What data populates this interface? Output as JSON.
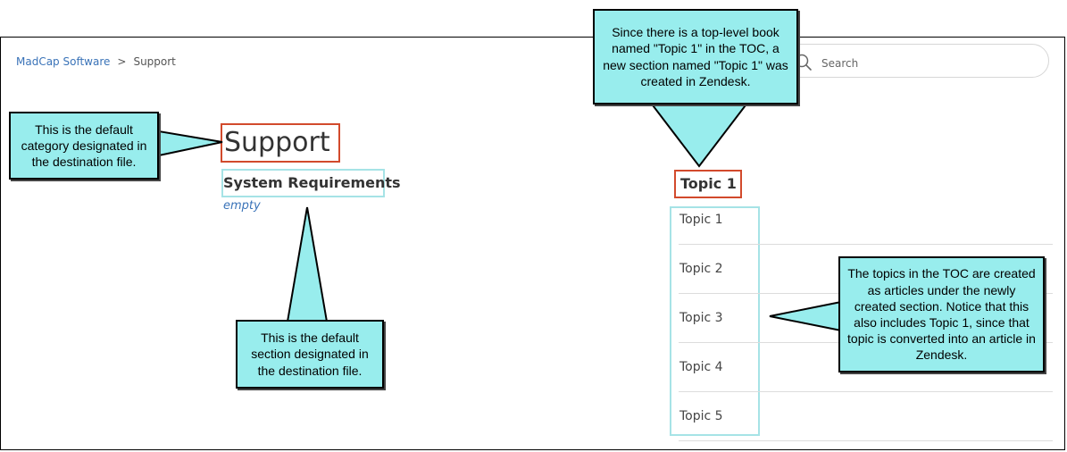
{
  "breadcrumb": {
    "home": "MadCap Software",
    "separator": ">",
    "current": "Support"
  },
  "search": {
    "placeholder": "Search"
  },
  "category": {
    "title": "Support"
  },
  "section": {
    "title": "System Requirements",
    "empty_label": "empty"
  },
  "topic_section": {
    "title": "Topic 1"
  },
  "articles": [
    "Topic 1",
    "Topic 2",
    "Topic 3",
    "Topic 4",
    "Topic 5"
  ],
  "callouts": {
    "top": "Since there is a top-level book named \"Topic 1\" in the TOC, a new section named \"Topic 1\" was created in Zendesk.",
    "category": "This is the default category designated in the destination file.",
    "section": "This is the default section designated in the destination file.",
    "topics": "The topics in the TOC are created as articles under the newly created section.  Notice that this also includes Topic 1, since that topic is converted into an article in Zendesk."
  },
  "colors": {
    "callout_fill": "#98eded",
    "category_border": "#d24a2c",
    "section_border": "#a6e3e6",
    "link": "#3a73b8"
  }
}
